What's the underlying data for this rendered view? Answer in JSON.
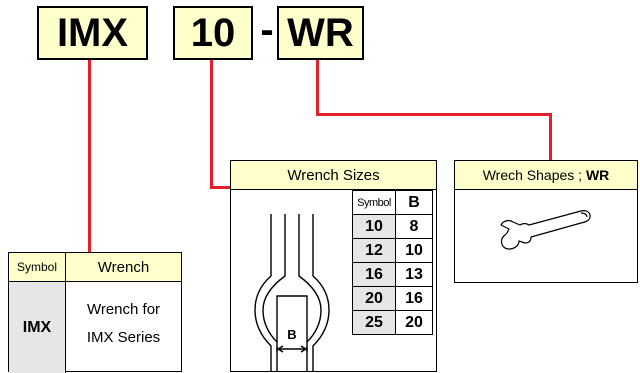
{
  "codes": {
    "series": "IMX",
    "size": "10",
    "separator": "-",
    "shape": "WR"
  },
  "wrench_table": {
    "col_symbol": "Symbol",
    "col_wrench": "Wrench",
    "symbol": "IMX",
    "desc_line1": "Wrench for",
    "desc_line2": "IMX Series"
  },
  "sizes_table": {
    "title": "Wrench Sizes",
    "col_symbol": "Symbol",
    "col_b": "B",
    "dim_label": "B",
    "rows": [
      {
        "symbol": "10",
        "b": "8"
      },
      {
        "symbol": "12",
        "b": "10"
      },
      {
        "symbol": "16",
        "b": "13"
      },
      {
        "symbol": "20",
        "b": "16"
      },
      {
        "symbol": "25",
        "b": "20"
      }
    ]
  },
  "shapes_table": {
    "title_prefix": "Wrech Shapes ; ",
    "title_code": "WR"
  },
  "colors": {
    "connector": "#e41f2a",
    "highlight": "#ffffcc",
    "symbol_cell": "#e6e6e6"
  }
}
